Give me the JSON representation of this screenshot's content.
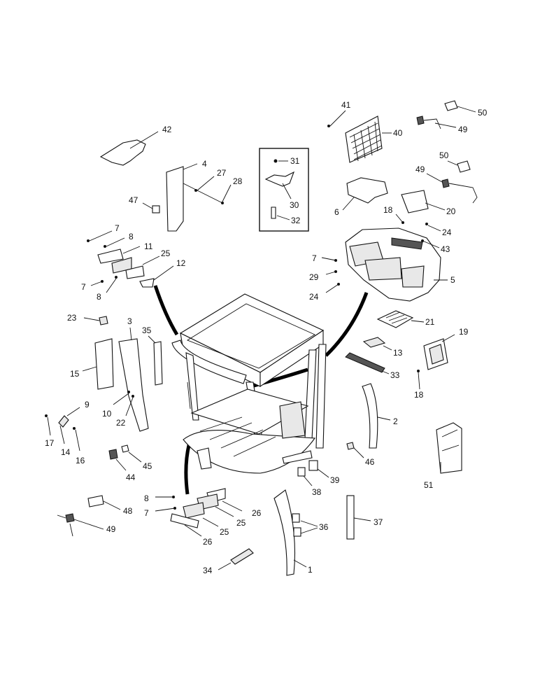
{
  "callouts": [
    {
      "id": "c42",
      "text": "42"
    },
    {
      "id": "c4",
      "text": "4"
    },
    {
      "id": "c27",
      "text": "27"
    },
    {
      "id": "c28",
      "text": "28"
    },
    {
      "id": "c47",
      "text": "47"
    },
    {
      "id": "c7a",
      "text": "7"
    },
    {
      "id": "c8a",
      "text": "8"
    },
    {
      "id": "c11",
      "text": "11"
    },
    {
      "id": "c25a",
      "text": "25"
    },
    {
      "id": "c12",
      "text": "12"
    },
    {
      "id": "c7b",
      "text": "7"
    },
    {
      "id": "c8b",
      "text": "8"
    },
    {
      "id": "c31",
      "text": "31"
    },
    {
      "id": "c30",
      "text": "30"
    },
    {
      "id": "c32",
      "text": "32"
    },
    {
      "id": "c41",
      "text": "41"
    },
    {
      "id": "c40",
      "text": "40"
    },
    {
      "id": "c50a",
      "text": "50"
    },
    {
      "id": "c49a",
      "text": "49"
    },
    {
      "id": "c50b",
      "text": "50"
    },
    {
      "id": "c49b",
      "text": "49"
    },
    {
      "id": "c6",
      "text": "6"
    },
    {
      "id": "c18a",
      "text": "18"
    },
    {
      "id": "c20",
      "text": "20"
    },
    {
      "id": "c24a",
      "text": "24"
    },
    {
      "id": "c43",
      "text": "43"
    },
    {
      "id": "c7c",
      "text": "7"
    },
    {
      "id": "c29",
      "text": "29"
    },
    {
      "id": "c5",
      "text": "5"
    },
    {
      "id": "c24b",
      "text": "24"
    },
    {
      "id": "c21",
      "text": "21"
    },
    {
      "id": "c19",
      "text": "19"
    },
    {
      "id": "c13",
      "text": "13"
    },
    {
      "id": "c33",
      "text": "33"
    },
    {
      "id": "c18b",
      "text": "18"
    },
    {
      "id": "c23",
      "text": "23"
    },
    {
      "id": "c3",
      "text": "3"
    },
    {
      "id": "c35",
      "text": "35"
    },
    {
      "id": "c15",
      "text": "15"
    },
    {
      "id": "c9",
      "text": "9"
    },
    {
      "id": "c10",
      "text": "10"
    },
    {
      "id": "c22",
      "text": "22"
    },
    {
      "id": "c17",
      "text": "17"
    },
    {
      "id": "c14",
      "text": "14"
    },
    {
      "id": "c16",
      "text": "16"
    },
    {
      "id": "c45",
      "text": "45"
    },
    {
      "id": "c44",
      "text": "44"
    },
    {
      "id": "c2",
      "text": "2"
    },
    {
      "id": "c46",
      "text": "46"
    },
    {
      "id": "c51",
      "text": "51"
    },
    {
      "id": "c39",
      "text": "39"
    },
    {
      "id": "c38",
      "text": "38"
    },
    {
      "id": "c8c",
      "text": "8"
    },
    {
      "id": "c7d",
      "text": "7"
    },
    {
      "id": "c48",
      "text": "48"
    },
    {
      "id": "c26a",
      "text": "26"
    },
    {
      "id": "c25b",
      "text": "25"
    },
    {
      "id": "c25c",
      "text": "25"
    },
    {
      "id": "c26b",
      "text": "26"
    },
    {
      "id": "c49c",
      "text": "49"
    },
    {
      "id": "c36",
      "text": "36"
    },
    {
      "id": "c37",
      "text": "37"
    },
    {
      "id": "c1",
      "text": "1"
    },
    {
      "id": "c34",
      "text": "34"
    }
  ]
}
